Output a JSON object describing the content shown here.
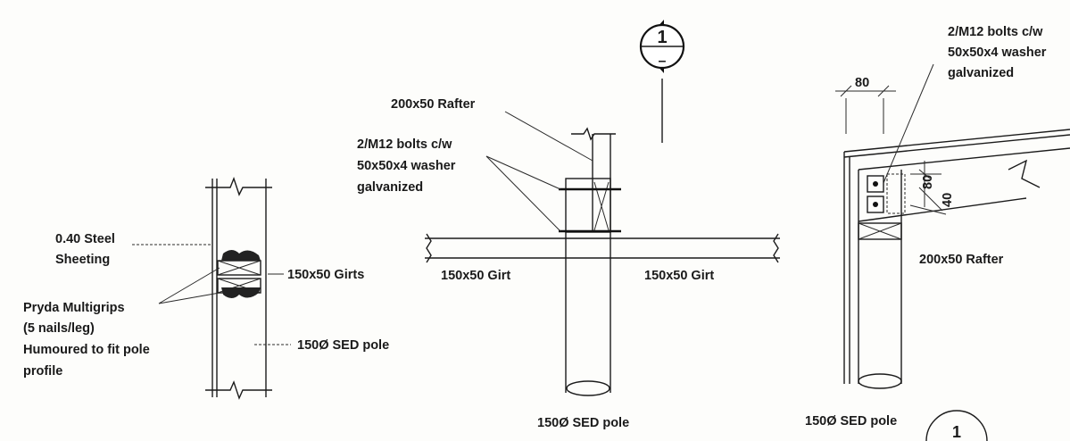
{
  "section_marker": {
    "number": "1",
    "sub": "–"
  },
  "corner_marker": {
    "number": "1"
  },
  "left_detail": {
    "steel_sheeting": [
      "0.40 Steel",
      "Sheeting"
    ],
    "girts": "150x50 Girts",
    "multigrips": [
      "Pryda Multigrips",
      "(5 nails/leg)",
      "Humoured to fit pole",
      "profile"
    ],
    "pole": "150Ø SED pole"
  },
  "middle_detail": {
    "rafter": "200x50 Rafter",
    "bolts": [
      "2/M12 bolts c/w",
      "50x50x4 washer",
      "galvanized"
    ],
    "girt_left": "150x50 Girt",
    "girt_right": "150x50 Girt",
    "pole": "150Ø SED pole"
  },
  "right_detail": {
    "bolts": [
      "2/M12 bolts c/w",
      "50x50x4 washer",
      "galvanized"
    ],
    "dim_top": "80",
    "dim_side": "80",
    "dim_small": "40",
    "rafter": "200x50 Rafter",
    "pole": "150Ø SED pole"
  }
}
